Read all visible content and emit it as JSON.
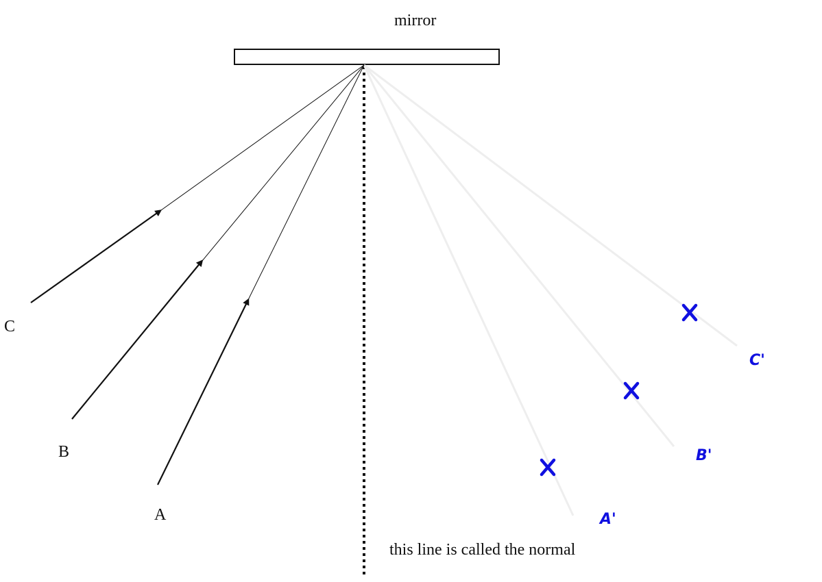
{
  "labels": {
    "mirror": "mirror",
    "normal_caption": "this line is called the normal",
    "ray_a": "A",
    "ray_b": "B",
    "ray_c": "C",
    "image_a": "A'",
    "image_b": "B'",
    "image_c": "C'",
    "cross_mark": "X"
  },
  "colors": {
    "rays": "#111111",
    "reflected_rays": "#eeeeee",
    "annotations": "#1010e0"
  }
}
